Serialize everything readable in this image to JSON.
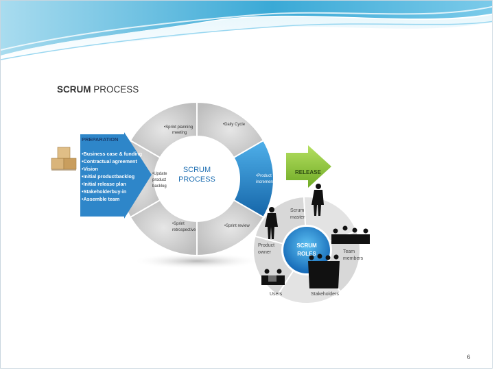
{
  "colors": {
    "banner_dark": "#3aa9d6",
    "banner_light": "#bfe6f5",
    "prep_arrow": "#2e86c9",
    "cycle_gray": "#c8c8c8",
    "increment_blue": "#1f7fc4",
    "release_green": "#8cc63f",
    "roles_center": "#1e88d6",
    "text_dark": "#333333"
  },
  "figure": {
    "title_bold": "SCRUM",
    "title_rest": " PROCESS",
    "preparation": {
      "heading": "PREPARATION",
      "items": [
        "•Business case & funding",
        "•Contractual agreement",
        "•Vision",
        "•Initial productbacklog",
        "•Initial release plan",
        "•Stakeholderbuy-in",
        "•Assemble team"
      ]
    },
    "cycle": {
      "center_line1": "SCRUM",
      "center_line2": "PROCESS",
      "sprint_planning_1": "•Sprint planning",
      "sprint_planning_2": "meeting",
      "daily_cycle": "•Daily Cycle",
      "product_increment_1": "•Product",
      "product_increment_2": "increment",
      "sprint_review": "•Sprint review",
      "sprint_retro_1": "•Sprint",
      "sprint_retro_2": "retrospective",
      "update_backlog_1": "•Update",
      "update_backlog_2": "product",
      "update_backlog_3": "backlog"
    },
    "release": "RELEASE",
    "roles": {
      "center_line1": "SCRUM",
      "center_line2": "ROLES",
      "scrum_master_1": "Scrum",
      "scrum_master_2": "master",
      "team_members_1": "Team",
      "team_members_2": "members",
      "stakeholders": "Stakeholders",
      "users": "Users",
      "product_owner_1": "Product",
      "product_owner_2": "owner"
    }
  },
  "page_number": "6"
}
